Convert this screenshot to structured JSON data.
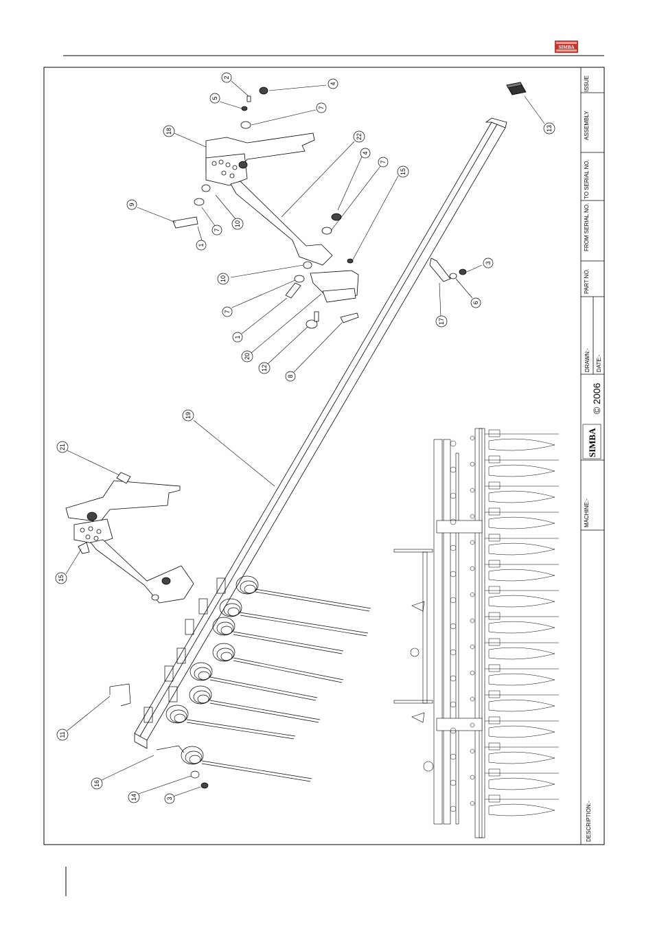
{
  "brand": {
    "logo_text": "SIMBA",
    "logo_color": "#c8372d"
  },
  "title_block": {
    "issue_label": "ISSUE",
    "assembly_label": "ASSEMBLY",
    "to_serial_label": "TO SERIAL NO.",
    "from_serial_label": "FROM SERIAL NO.",
    "part_no_label": "PART NO.",
    "drawn_label": "DRAWN:-",
    "date_label": "DATE:-",
    "copyright": "© 2006",
    "logo_text": "SIMBA",
    "machine_label": "MACHINE:-",
    "description_label": "DESCRIPTION:-"
  },
  "callouts": [
    {
      "id": "c2",
      "text": "2"
    },
    {
      "id": "c4a",
      "text": "4"
    },
    {
      "id": "c5",
      "text": "5"
    },
    {
      "id": "c7a",
      "text": "7"
    },
    {
      "id": "c18",
      "text": "18"
    },
    {
      "id": "c22",
      "text": "22"
    },
    {
      "id": "c4b",
      "text": "4"
    },
    {
      "id": "c7b",
      "text": "7"
    },
    {
      "id": "c15a",
      "text": "15"
    },
    {
      "id": "c13",
      "text": "13"
    },
    {
      "id": "c9",
      "text": "9"
    },
    {
      "id": "c10a",
      "text": "10"
    },
    {
      "id": "c7c",
      "text": "7"
    },
    {
      "id": "c1a",
      "text": "1"
    },
    {
      "id": "c10b",
      "text": "10"
    },
    {
      "id": "c3a",
      "text": "3"
    },
    {
      "id": "c6",
      "text": "6"
    },
    {
      "id": "c17",
      "text": "17"
    },
    {
      "id": "c7d",
      "text": "7"
    },
    {
      "id": "c1b",
      "text": "1"
    },
    {
      "id": "c20",
      "text": "20"
    },
    {
      "id": "c12",
      "text": "12"
    },
    {
      "id": "c8",
      "text": "8"
    },
    {
      "id": "c19",
      "text": "19"
    },
    {
      "id": "c21",
      "text": "21"
    },
    {
      "id": "c15b",
      "text": "15"
    },
    {
      "id": "c11",
      "text": "11"
    },
    {
      "id": "c16",
      "text": "16"
    },
    {
      "id": "c14",
      "text": "14"
    },
    {
      "id": "c3b",
      "text": "3"
    }
  ]
}
